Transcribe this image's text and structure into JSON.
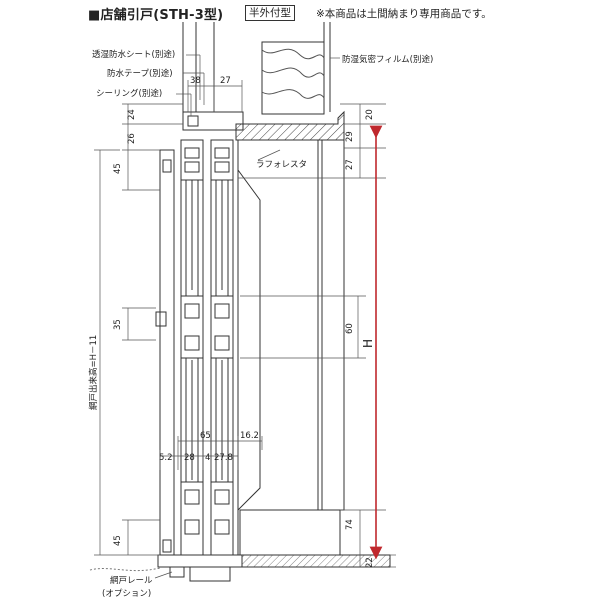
{
  "header": {
    "title": "■店舗引戸(STH-3型)",
    "type_badge": "半外付型",
    "note": "※本商品は土間納まり専用商品です。"
  },
  "labels": {
    "breather_sheet": "透湿防水シート(別途)",
    "waterproof_tape": "防水テープ(別途)",
    "sealing": "シーリング(別途)",
    "vapor_film": "防湿気密フィルム(別途)",
    "laforesta": "ラフォレスタ",
    "screen_height": "網戸出来高=H－11",
    "screen_rail_1": "網戸レール",
    "screen_rail_2": "(オプション)",
    "height_symbol": "H"
  },
  "dimensions": {
    "top_38": "38",
    "top_27": "27",
    "left_24": "24",
    "left_26": "26",
    "left_45_top": "45",
    "left_35": "35",
    "left_45_bottom": "45",
    "right_20": "20",
    "right_29": "29",
    "right_27": "27",
    "mid_60": "60",
    "right_74": "74",
    "right_22": "22",
    "sill_65": "65",
    "sill_16_2": "16.2",
    "sill_5_2": "5.2",
    "sill_28": "28",
    "sill_4": "4",
    "sill_27_8": "27.8"
  },
  "colors": {
    "line": "#333333",
    "dim_line": "#555555",
    "height_arrow": "#c0282d"
  }
}
